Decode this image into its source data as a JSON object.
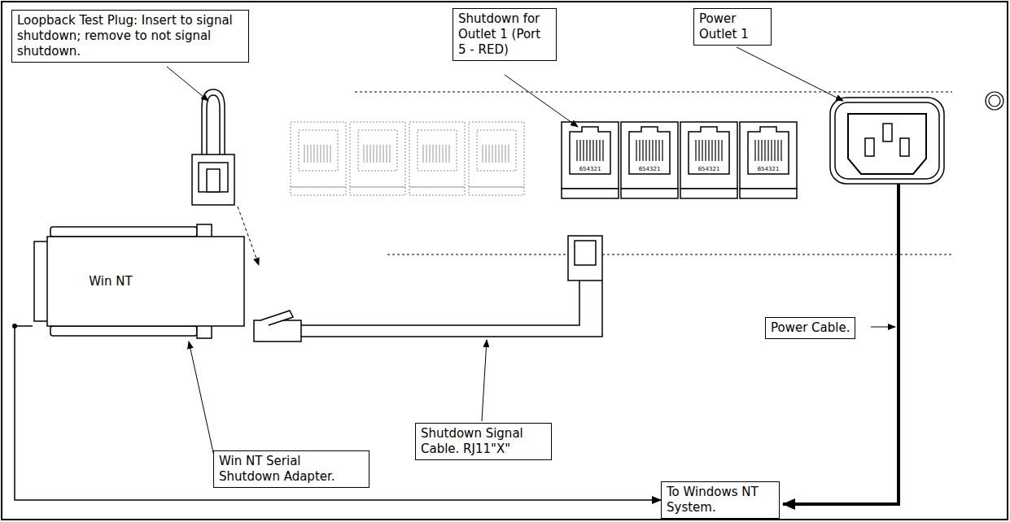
{
  "diagram": {
    "nodes": [
      {
        "text": [
          "Loopback Test Plug: Insert to signal shutdown; remove to not signal shutdown."
        ]
      },
      {
        "text": [
          "Shutdown for Outlet 1 (Port 5 - RED)"
        ]
      },
      {
        "text": [
          "Power Outlet 1"
        ]
      },
      {
        "text": [
          "Win NT"
        ]
      },
      {
        "text": [
          "Power Cable."
        ]
      },
      {
        "text": [
          "Shutdown Signal Cable. RJ11\"X\""
        ]
      },
      {
        "text": [
          "Win NT Serial Shutdown Adapter."
        ]
      },
      {
        "text": [
          "To Windows NT System."
        ]
      }
    ],
    "edges": [
      {
        "from": 3,
        "to": 7,
        "arrow": "to"
      }
    ],
    "labels": [
      "654321",
      "654321",
      "654321",
      "654321"
    ]
  }
}
